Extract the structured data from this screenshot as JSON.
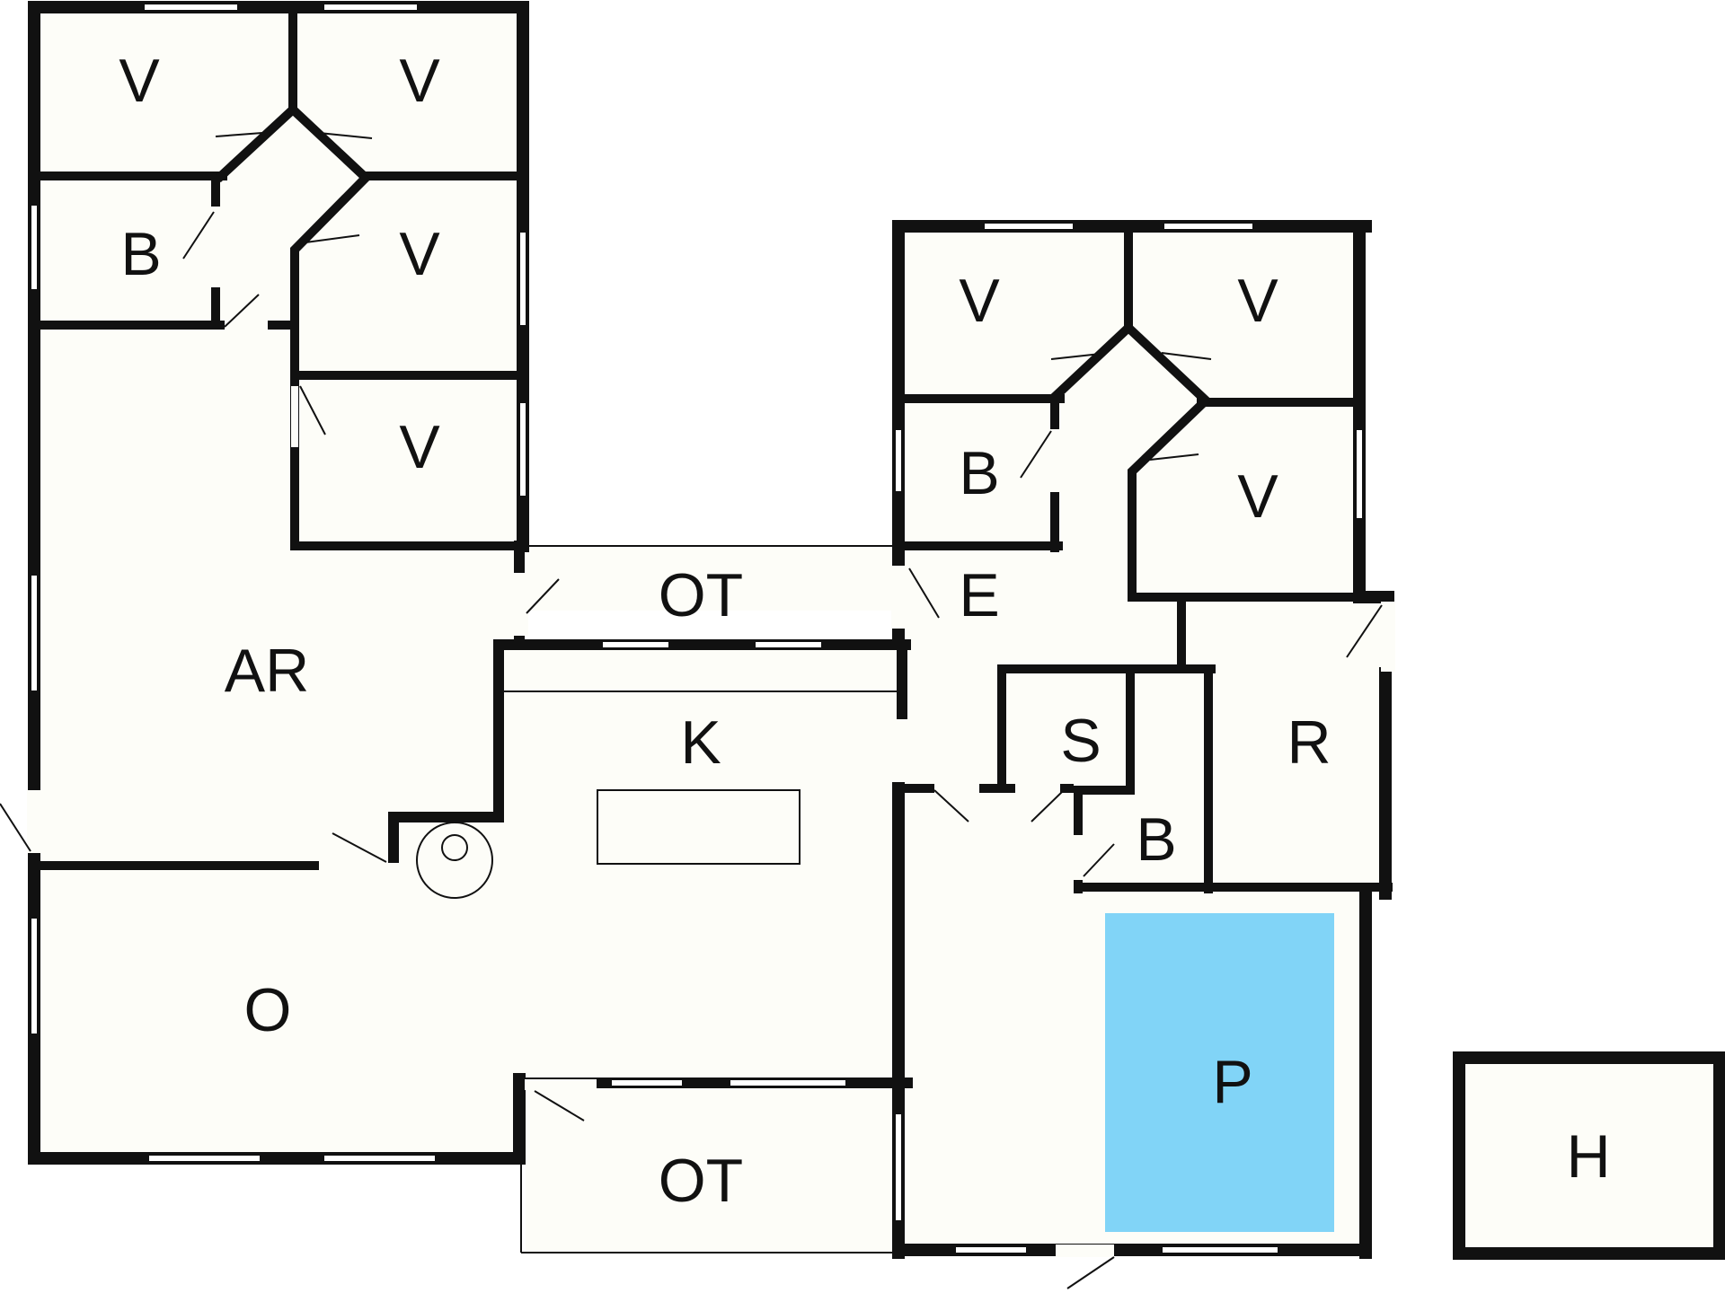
{
  "rooms": [
    {
      "key": "v1",
      "label": "V"
    },
    {
      "key": "v2",
      "label": "V"
    },
    {
      "key": "b1",
      "label": "B"
    },
    {
      "key": "v3",
      "label": "V"
    },
    {
      "key": "v4",
      "label": "V"
    },
    {
      "key": "ar",
      "label": "AR"
    },
    {
      "key": "ot1",
      "label": "OT"
    },
    {
      "key": "e",
      "label": "E"
    },
    {
      "key": "v5",
      "label": "V"
    },
    {
      "key": "v6",
      "label": "V"
    },
    {
      "key": "b2",
      "label": "B"
    },
    {
      "key": "v7",
      "label": "V"
    },
    {
      "key": "k",
      "label": "K"
    },
    {
      "key": "s",
      "label": "S"
    },
    {
      "key": "r",
      "label": "R"
    },
    {
      "key": "b3",
      "label": "B"
    },
    {
      "key": "o",
      "label": "O"
    },
    {
      "key": "p",
      "label": "P"
    },
    {
      "key": "ot2",
      "label": "OT"
    },
    {
      "key": "h",
      "label": "H"
    }
  ],
  "colors": {
    "pool": "#81d4f7",
    "wall": "#111111",
    "floor": "#fdfdf8"
  }
}
